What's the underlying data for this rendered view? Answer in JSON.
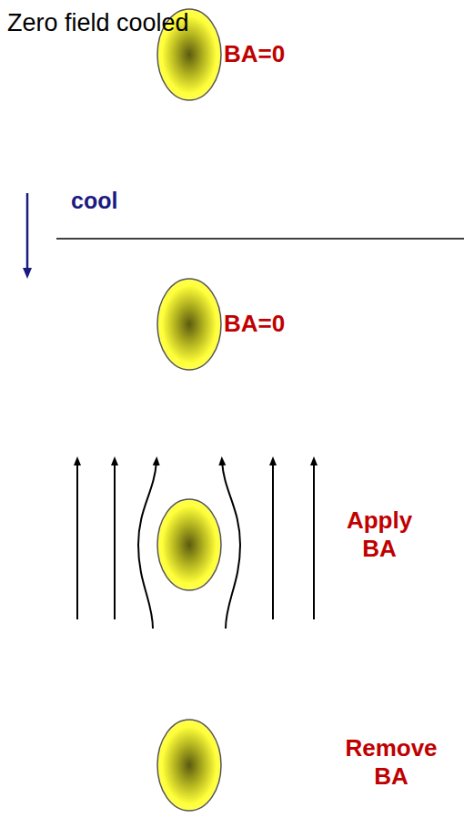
{
  "diagram": {
    "title": "Zero field cooled",
    "labels": [
      "BA=0",
      "cool",
      "BA=0",
      "Apply BA",
      "Remove BA"
    ]
  }
}
